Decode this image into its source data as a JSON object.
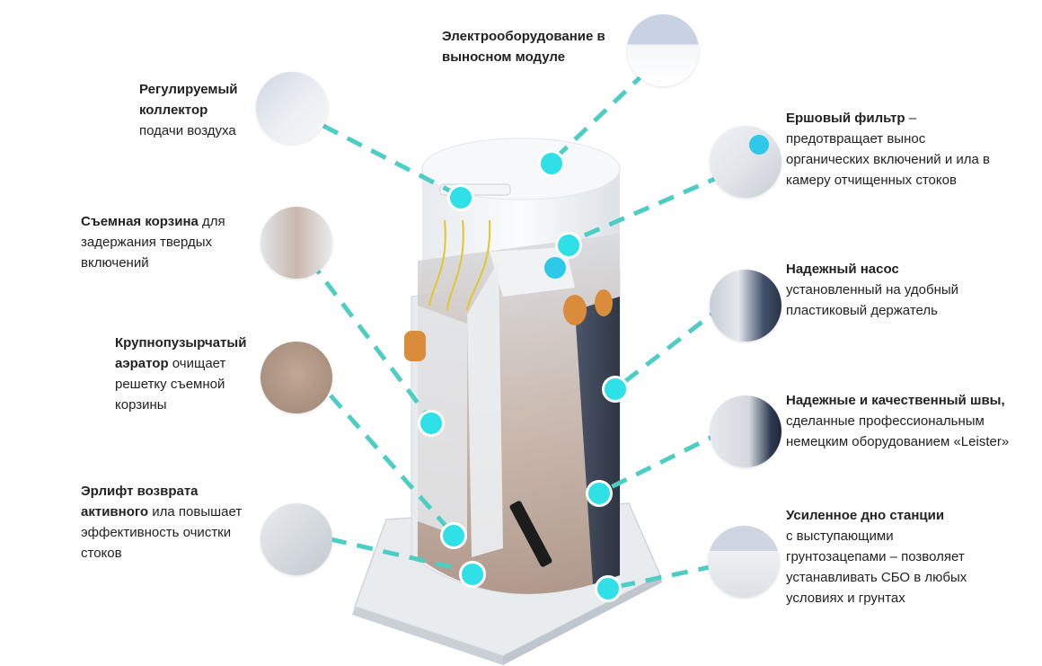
{
  "accent_color": "#4ecdc4",
  "dot_color": "#2fe0e6",
  "callouts": [
    {
      "id": "electro",
      "bold": "Электрооборудование в выносном модуле",
      "rest": "",
      "icon": "electrical-module-icon"
    },
    {
      "id": "collector",
      "bold": "Регулируемый коллектор",
      "rest": "подачи воздуха",
      "icon": "air-collector-icon"
    },
    {
      "id": "filter",
      "bold": "Ершовый фильтр",
      "rest": " – предотвращает вынос органических включений и ила в камеру отчищенных стоков",
      "icon": "brush-filter-icon"
    },
    {
      "id": "basket",
      "bold": "Съемная корзина",
      "rest": " для задержания твердых включений",
      "icon": "removable-basket-icon"
    },
    {
      "id": "pump",
      "bold": "Надежный насос",
      "rest": "установленный на удобный пластиковый держатель",
      "icon": "pump-holder-icon"
    },
    {
      "id": "aerator",
      "bold": "Крупнопузырчатый аэратор",
      "rest": " очищает решетку съемной корзины",
      "icon": "aerator-bubbles-icon"
    },
    {
      "id": "seams",
      "bold": "Надежные и качественный швы,",
      "rest": "сделанные профессиональным немецким оборудованием «Leister»",
      "icon": "welded-seam-icon"
    },
    {
      "id": "airlift",
      "bold": "Эрлифт возврата активного",
      "rest": " ила повышает эффективность очистки  стоков",
      "icon": "airlift-icon"
    },
    {
      "id": "bottom",
      "bold": "Усиленное дно станции",
      "rest": "с выступающими грунтозацепами – позволяет устанавливать СБО в любых условиях и грунтах",
      "icon": "reinforced-bottom-icon"
    }
  ]
}
